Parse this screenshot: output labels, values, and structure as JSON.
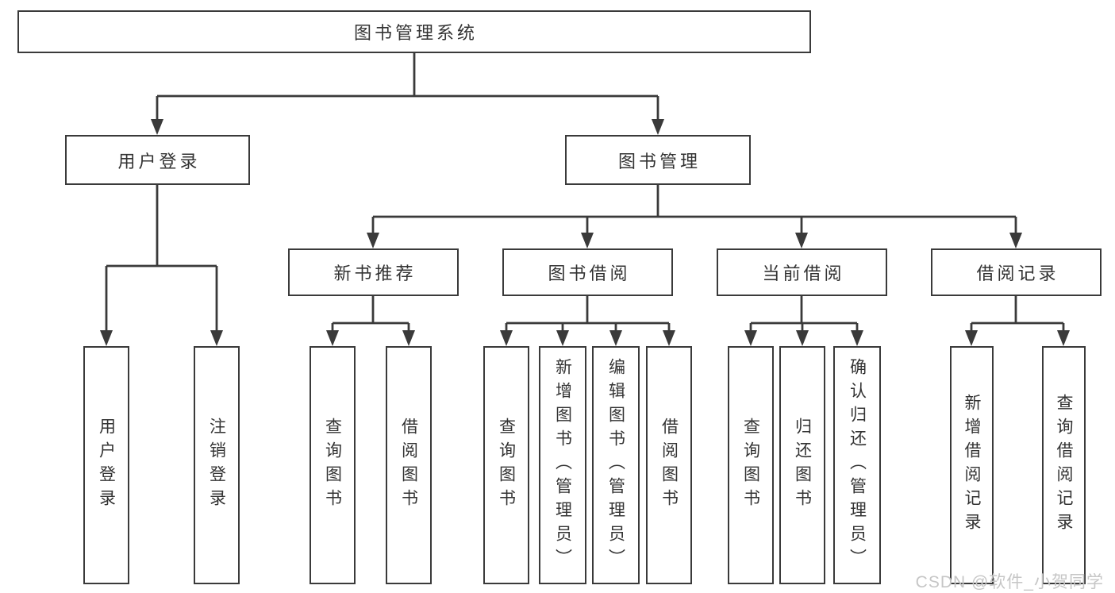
{
  "diagram": {
    "title": "图书管理系统",
    "branches": [
      {
        "label": "用户登录",
        "children": [
          {
            "label": "用户登录"
          },
          {
            "label": "注销登录"
          }
        ]
      },
      {
        "label": "图书管理",
        "children": [
          {
            "label": "新书推荐",
            "children": [
              {
                "label": "查询图书"
              },
              {
                "label": "借阅图书"
              }
            ]
          },
          {
            "label": "图书借阅",
            "children": [
              {
                "label": "查询图书"
              },
              {
                "label": "新增图书（管理员）"
              },
              {
                "label": "编辑图书（管理员）"
              },
              {
                "label": "借阅图书"
              }
            ]
          },
          {
            "label": "当前借阅",
            "children": [
              {
                "label": "查询图书"
              },
              {
                "label": "归还图书"
              },
              {
                "label": "确认归还（管理员）"
              }
            ]
          },
          {
            "label": "借阅记录",
            "children": [
              {
                "label": "新增借阅记录"
              },
              {
                "label": "查询借阅记录"
              }
            ]
          }
        ]
      }
    ]
  },
  "watermark": {
    "text": "CSDN @软件_小贺同学"
  },
  "colors": {
    "line": "#3a3a3a",
    "text": "#333333",
    "watermark": "#c6c6c6",
    "background": "#ffffff"
  }
}
